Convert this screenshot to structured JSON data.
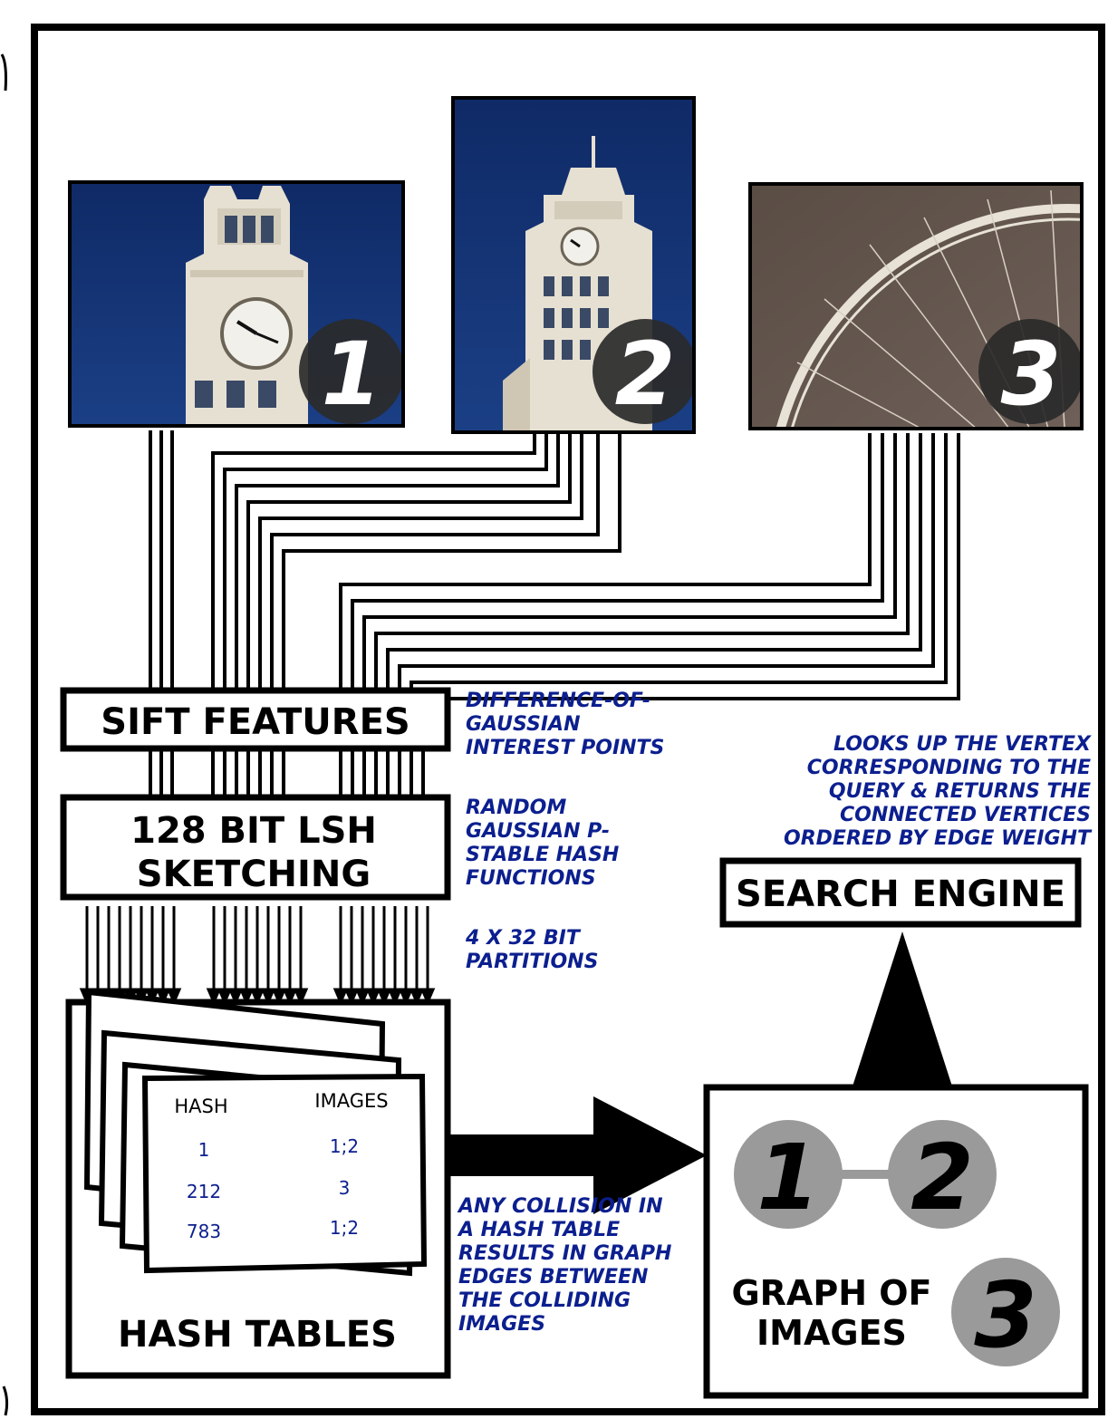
{
  "photos": [
    {
      "id": "photo-1",
      "number": "1",
      "subject": "clock-tower"
    },
    {
      "id": "photo-2",
      "number": "2",
      "subject": "clock-tower"
    },
    {
      "id": "photo-3",
      "number": "3",
      "subject": "ferris-wheel"
    }
  ],
  "boxes": {
    "sift": "SIFT FEATURES",
    "lsh_line1": "128 BIT LSH",
    "lsh_line2": "SKETCHING",
    "hash_tables": "HASH TABLES",
    "search_engine": "SEARCH ENGINE",
    "graph_line1": "GRAPH OF",
    "graph_line2": "IMAGES"
  },
  "notes": {
    "sift": [
      "DIFFERENCE-OF-",
      "GAUSSIAN",
      "INTEREST POINTS"
    ],
    "lsh": [
      "RANDOM",
      "GAUSSIAN P-",
      "STABLE HASH",
      "FUNCTIONS"
    ],
    "partitions": [
      "4 X 32 BIT",
      "PARTITIONS"
    ],
    "search": [
      "LOOKS UP THE VERTEX",
      "CORRESPONDING TO THE",
      "QUERY & RETURNS THE",
      "CONNECTED VERTICES",
      "ORDERED BY EDGE WEIGHT"
    ],
    "collision": [
      "ANY COLLISION IN",
      "A HASH TABLE",
      "RESULTS IN GRAPH",
      "EDGES BETWEEN",
      "THE COLLIDING",
      "IMAGES"
    ]
  },
  "hash_table": {
    "headers": [
      "HASH",
      "IMAGES"
    ],
    "rows": [
      [
        "1",
        "1;2"
      ],
      [
        "212",
        "3"
      ],
      [
        "783",
        "1;2"
      ]
    ]
  },
  "graph": {
    "nodes": [
      "1",
      "2",
      "3"
    ],
    "edges": [
      [
        "1",
        "2"
      ]
    ]
  },
  "colors": {
    "sky": "#14306e",
    "note_text": "#0c1f8f",
    "node_fill": "#9a9a9a",
    "badge": "#2a2a2a"
  }
}
